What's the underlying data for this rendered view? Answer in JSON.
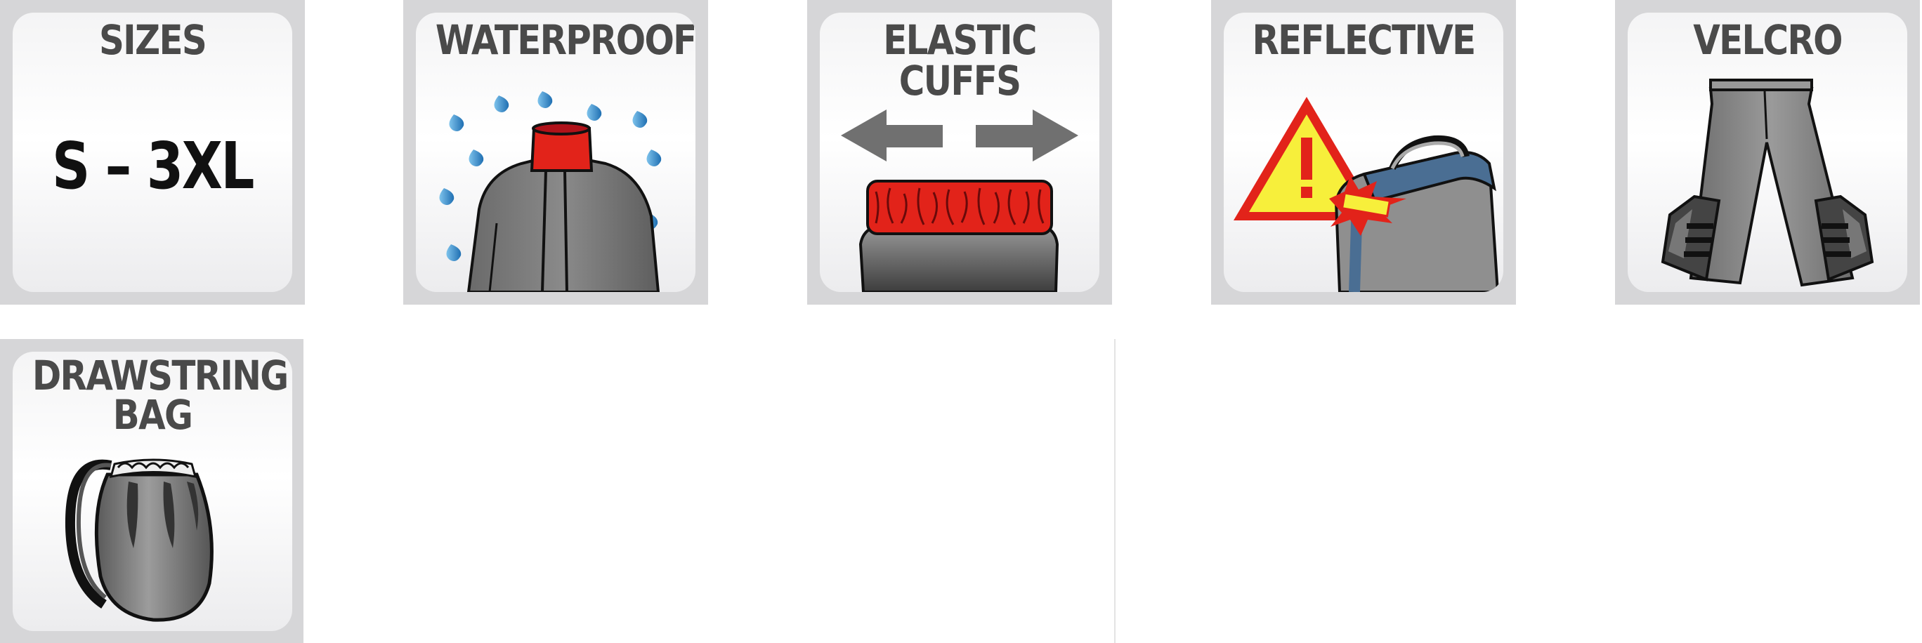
{
  "features": {
    "sizes": {
      "title": "SIZES",
      "value": "S – 3XL"
    },
    "waterproof": {
      "title": "WATERPROOF"
    },
    "elastic_cuffs": {
      "title": "ELASTIC CUFFS"
    },
    "reflective": {
      "title": "REFLECTIVE"
    },
    "velcro": {
      "title": "VELCRO"
    },
    "drawstring_bag": {
      "title_line1": "DRAWSTRING",
      "title_line2": "BAG"
    }
  },
  "colors": {
    "tile_border": "#d6d6d8",
    "title_text": "#4a4a4a",
    "accent_red": "#e2231a",
    "rain_blue": "#2f86c8",
    "warning_yellow": "#f7ef3b",
    "garment_gray": "#7b7b7b"
  }
}
